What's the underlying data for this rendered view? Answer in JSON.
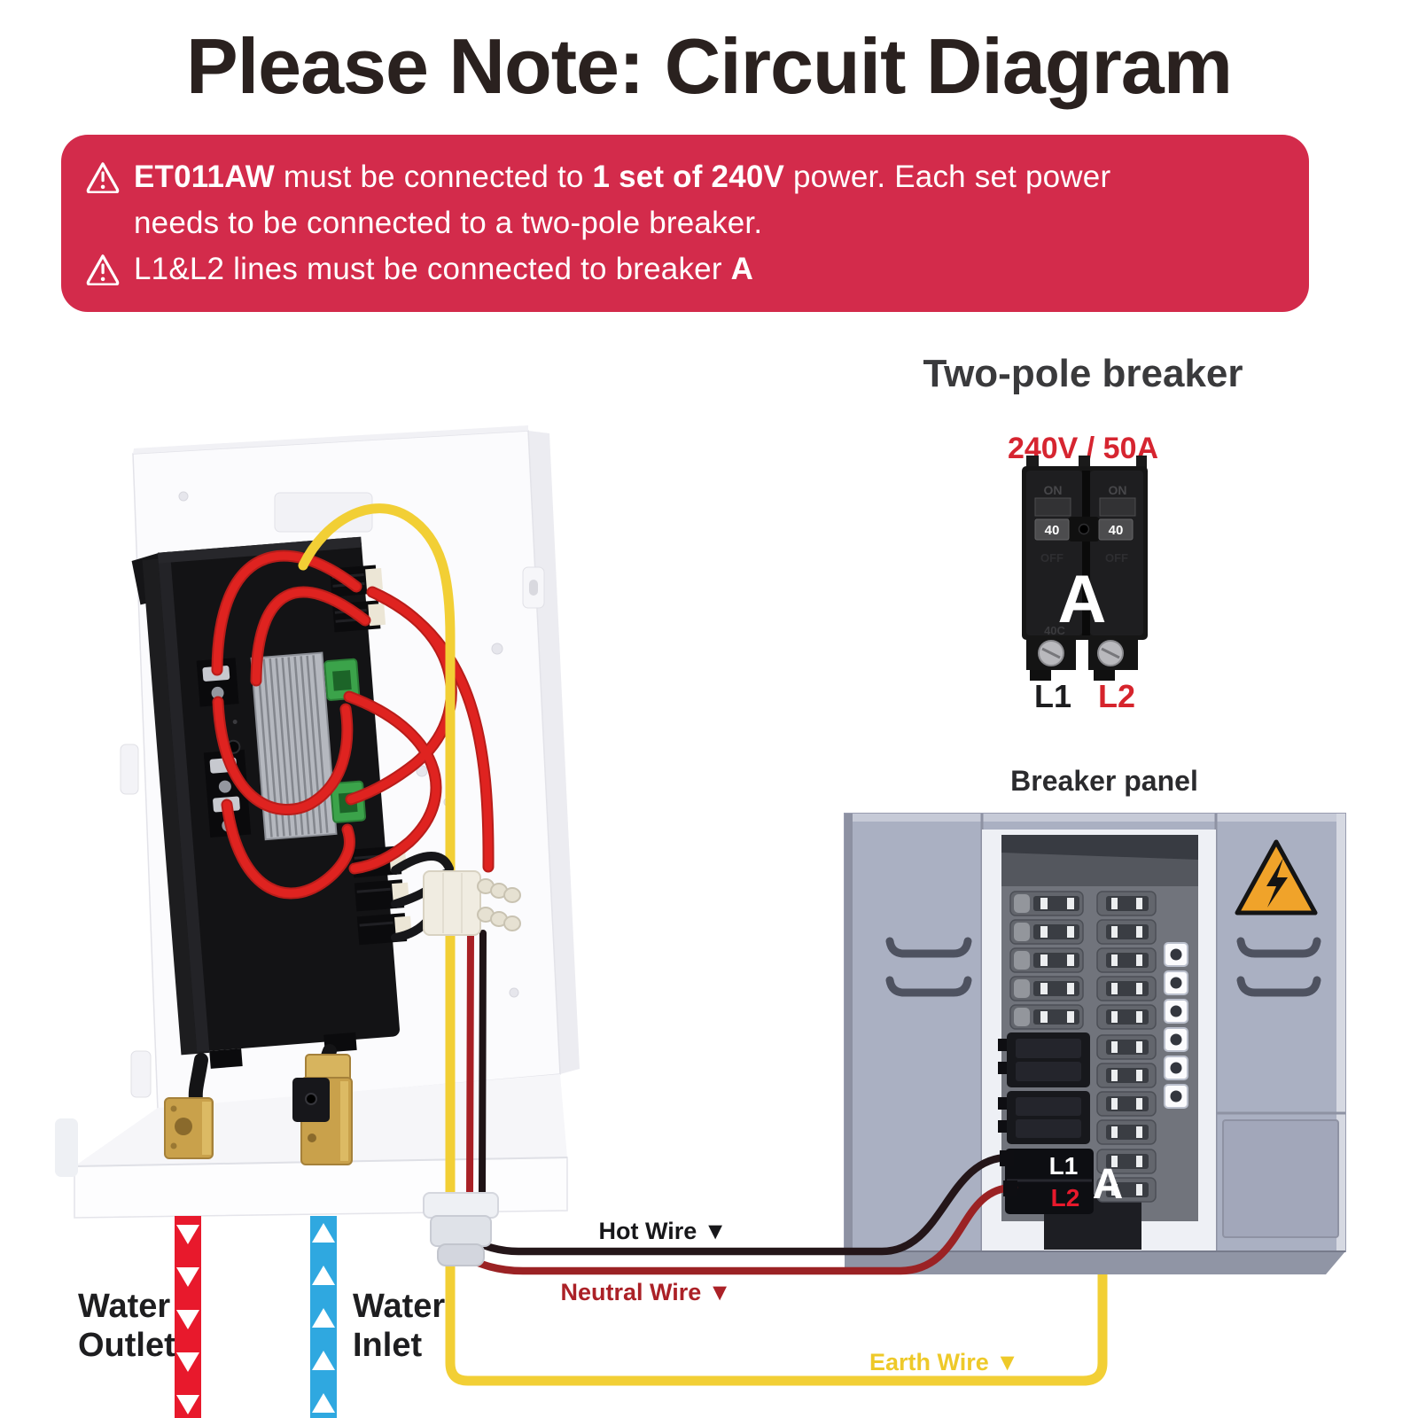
{
  "title": "Please Note: Circuit Diagram",
  "warning": {
    "line1": {
      "s1": "ET011AW",
      "s2": " must be connected to ",
      "s3": "1 set of 240V",
      "s4": " power. Each set power"
    },
    "line2": "needs to be connected to a two-pole breaker.",
    "line3": {
      "s1": "L1&L2 lines must be connected to breaker ",
      "s2": "A"
    }
  },
  "two_pole_breaker": {
    "label": "Two-pole breaker",
    "rating": "240V / 50A",
    "on_left": "ON",
    "on_right": "ON",
    "amp_left": "40",
    "amp_right": "40",
    "off_left": "OFF",
    "off_right": "OFF",
    "letter": "A",
    "model": "40C",
    "terminal_l1": "L1",
    "terminal_l2": "L2"
  },
  "breaker_panel": {
    "label": "Breaker panel",
    "l1": "L1",
    "l2": "L2",
    "letter": "A"
  },
  "water": {
    "outlet_line1": "Water",
    "outlet_line2": "Outlet",
    "inlet_line1": "Water",
    "inlet_line2": "Inlet"
  },
  "wire_labels": {
    "hot": "Hot Wire ▼",
    "neutral": "Neutral Wire ▼",
    "earth": "Earth Wire ▼"
  },
  "colors": {
    "warning_box": "#d32b4b",
    "title_text": "#2a211f",
    "rating_red": "#d62530",
    "l2_red": "#d6242c",
    "wire_hot_black": "#241619",
    "wire_neutral_dark_red": "#9b2224",
    "wire_earth_yellow": "#f2cf35",
    "wire_live_red": "#df2320",
    "stripe_outlet_red": "#e8192c",
    "stripe_inlet_blue": "#2fa8e0",
    "panel_gray": "#aab0c2",
    "warning_triangle_orange": "#f0a32a",
    "terminal_green": "#3ba34a",
    "brass": "#c9a14b"
  }
}
